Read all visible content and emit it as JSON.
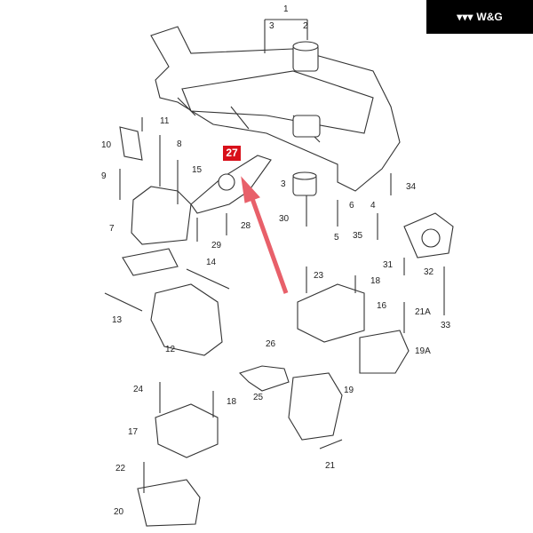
{
  "brand": {
    "logo_text": "W&G",
    "badge_color": "#000000"
  },
  "highlight": {
    "part_number": "27",
    "color": "#d8101a",
    "arrow_color": "#e8606a"
  },
  "callouts": [
    {
      "id": "c1",
      "text": "1"
    },
    {
      "id": "c3a",
      "text": "3"
    },
    {
      "id": "c2",
      "text": "2"
    },
    {
      "id": "c11",
      "text": "11"
    },
    {
      "id": "c10",
      "text": "10"
    },
    {
      "id": "c8",
      "text": "8"
    },
    {
      "id": "c9",
      "text": "9"
    },
    {
      "id": "c15",
      "text": "15"
    },
    {
      "id": "c7",
      "text": "7"
    },
    {
      "id": "c28",
      "text": "28"
    },
    {
      "id": "c29",
      "text": "29"
    },
    {
      "id": "c34",
      "text": "34"
    },
    {
      "id": "c3b",
      "text": "3"
    },
    {
      "id": "c6",
      "text": "6"
    },
    {
      "id": "c4",
      "text": "4"
    },
    {
      "id": "c30",
      "text": "30"
    },
    {
      "id": "c5",
      "text": "5"
    },
    {
      "id": "c35",
      "text": "35"
    },
    {
      "id": "c31",
      "text": "31"
    },
    {
      "id": "c32",
      "text": "32"
    },
    {
      "id": "c14",
      "text": "14"
    },
    {
      "id": "c23",
      "text": "23"
    },
    {
      "id": "c18a",
      "text": "18"
    },
    {
      "id": "c16",
      "text": "16"
    },
    {
      "id": "c21A",
      "text": "21A"
    },
    {
      "id": "c33",
      "text": "33"
    },
    {
      "id": "c13",
      "text": "13"
    },
    {
      "id": "c12",
      "text": "12"
    },
    {
      "id": "c26",
      "text": "26"
    },
    {
      "id": "c19A",
      "text": "19A"
    },
    {
      "id": "c25",
      "text": "25"
    },
    {
      "id": "c19",
      "text": "19"
    },
    {
      "id": "c24",
      "text": "24"
    },
    {
      "id": "c18b",
      "text": "18"
    },
    {
      "id": "c17",
      "text": "17"
    },
    {
      "id": "c22",
      "text": "22"
    },
    {
      "id": "c21",
      "text": "21"
    },
    {
      "id": "c20",
      "text": "20"
    }
  ]
}
